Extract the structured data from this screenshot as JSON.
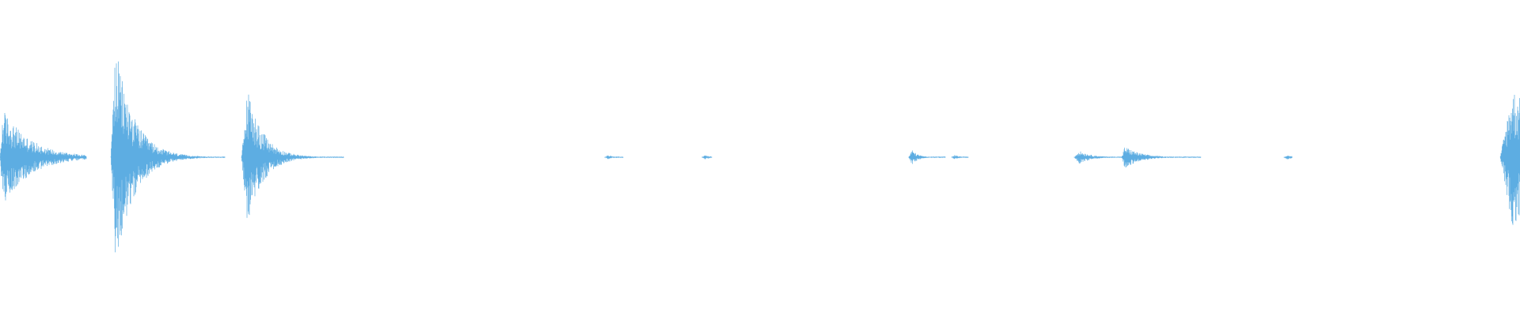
{
  "waveform": {
    "color": "#5DADE2",
    "background": "#FFFFFF",
    "bursts": [
      {
        "start": 0.0,
        "peak": 0.43,
        "attack": 0.002,
        "decay": 0.018,
        "end": 0.057
      },
      {
        "start": 0.073,
        "peak": 1.0,
        "attack": 0.003,
        "decay": 0.012,
        "end": 0.148
      },
      {
        "start": 0.159,
        "peak": 0.62,
        "attack": 0.004,
        "decay": 0.01,
        "end": 0.226
      },
      {
        "start": 0.398,
        "peak": 0.02,
        "attack": 0.002,
        "decay": 0.004,
        "end": 0.41
      },
      {
        "start": 0.462,
        "peak": 0.02,
        "attack": 0.002,
        "decay": 0.004,
        "end": 0.468
      },
      {
        "start": 0.598,
        "peak": 0.07,
        "attack": 0.002,
        "decay": 0.004,
        "end": 0.622
      },
      {
        "start": 0.626,
        "peak": 0.02,
        "attack": 0.002,
        "decay": 0.004,
        "end": 0.637
      },
      {
        "start": 0.707,
        "peak": 0.06,
        "attack": 0.003,
        "decay": 0.008,
        "end": 0.738
      },
      {
        "start": 0.738,
        "peak": 0.1,
        "attack": 0.002,
        "decay": 0.01,
        "end": 0.79
      },
      {
        "start": 0.845,
        "peak": 0.02,
        "attack": 0.002,
        "decay": 0.004,
        "end": 0.85
      },
      {
        "start": 0.987,
        "peak": 0.62,
        "attack": 0.008,
        "decay": 0.03,
        "end": 1.0
      }
    ]
  }
}
